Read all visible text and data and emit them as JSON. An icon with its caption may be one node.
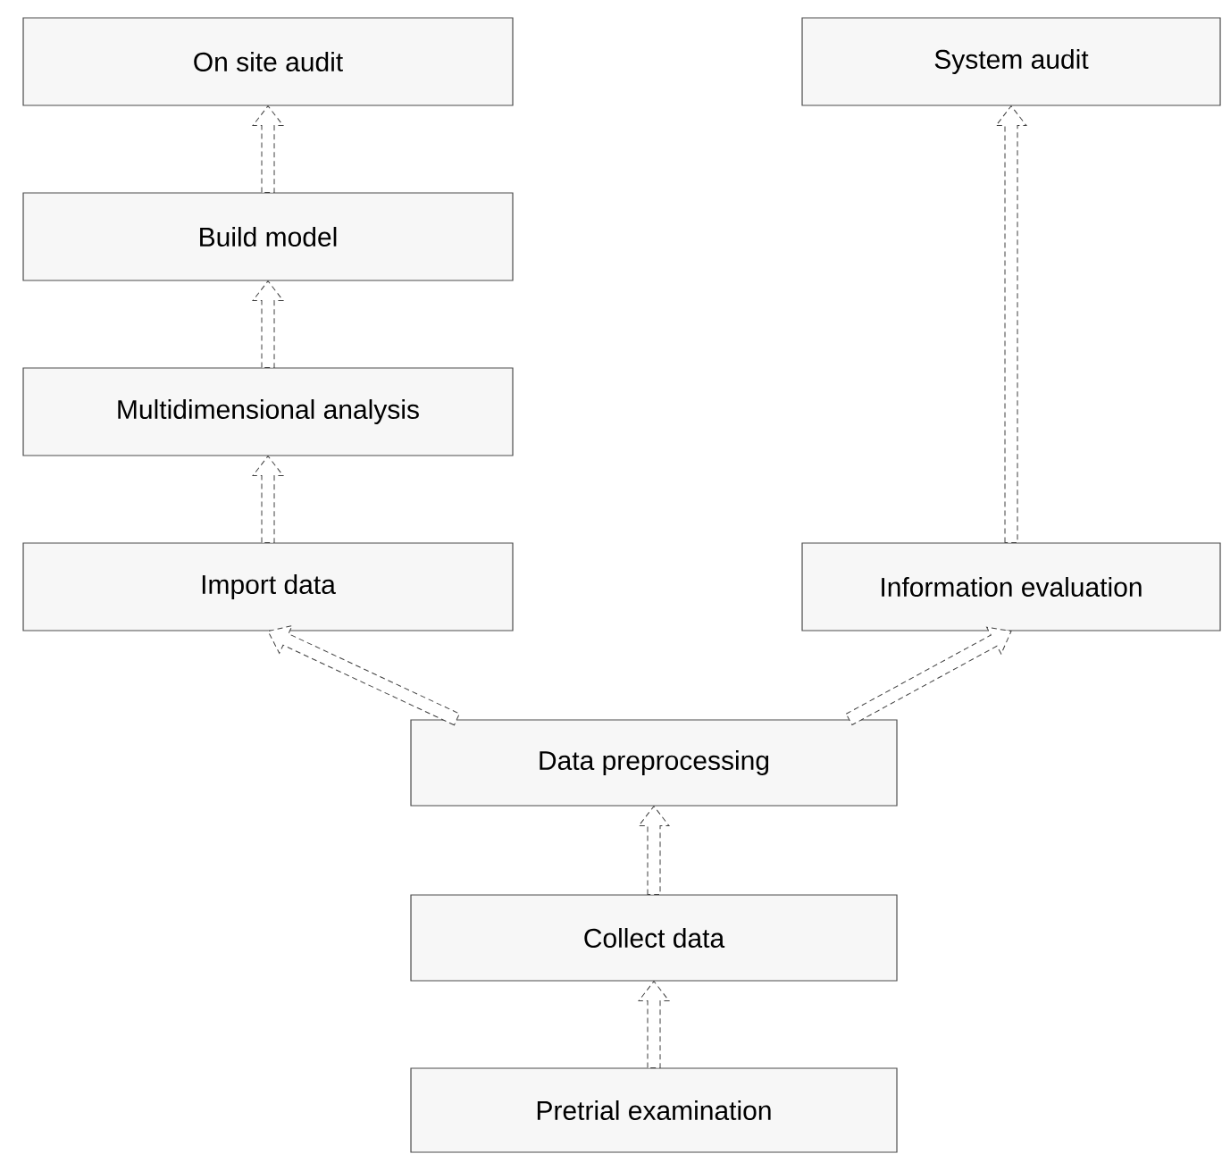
{
  "diagram": {
    "nodes": [
      {
        "text": [
          "On site audit"
        ]
      },
      {
        "text": [
          "System audit"
        ]
      },
      {
        "text": [
          "Build model"
        ]
      },
      {
        "text": [
          "Multidimensional analysis"
        ]
      },
      {
        "text": [
          "Import data"
        ]
      },
      {
        "text": [
          "Information evaluation"
        ]
      },
      {
        "text": [
          "Data preprocessing"
        ]
      },
      {
        "text": [
          "Collect data"
        ]
      },
      {
        "text": [
          "Pretrial examination"
        ]
      }
    ],
    "edges": [
      {
        "from": 8,
        "to": 7,
        "arrow": "to",
        "style": "dashed"
      },
      {
        "from": 7,
        "to": 6,
        "arrow": "to",
        "style": "dashed"
      },
      {
        "from": 6,
        "to": 4,
        "arrow": "to",
        "style": "dashed"
      },
      {
        "from": 6,
        "to": 5,
        "arrow": "to",
        "style": "dashed"
      },
      {
        "from": 4,
        "to": 3,
        "arrow": "to",
        "style": "dashed"
      },
      {
        "from": 3,
        "to": 2,
        "arrow": "to",
        "style": "dashed"
      },
      {
        "from": 2,
        "to": 0,
        "arrow": "to",
        "style": "dashed"
      },
      {
        "from": 5,
        "to": 1,
        "arrow": "to",
        "style": "dashed"
      }
    ]
  }
}
